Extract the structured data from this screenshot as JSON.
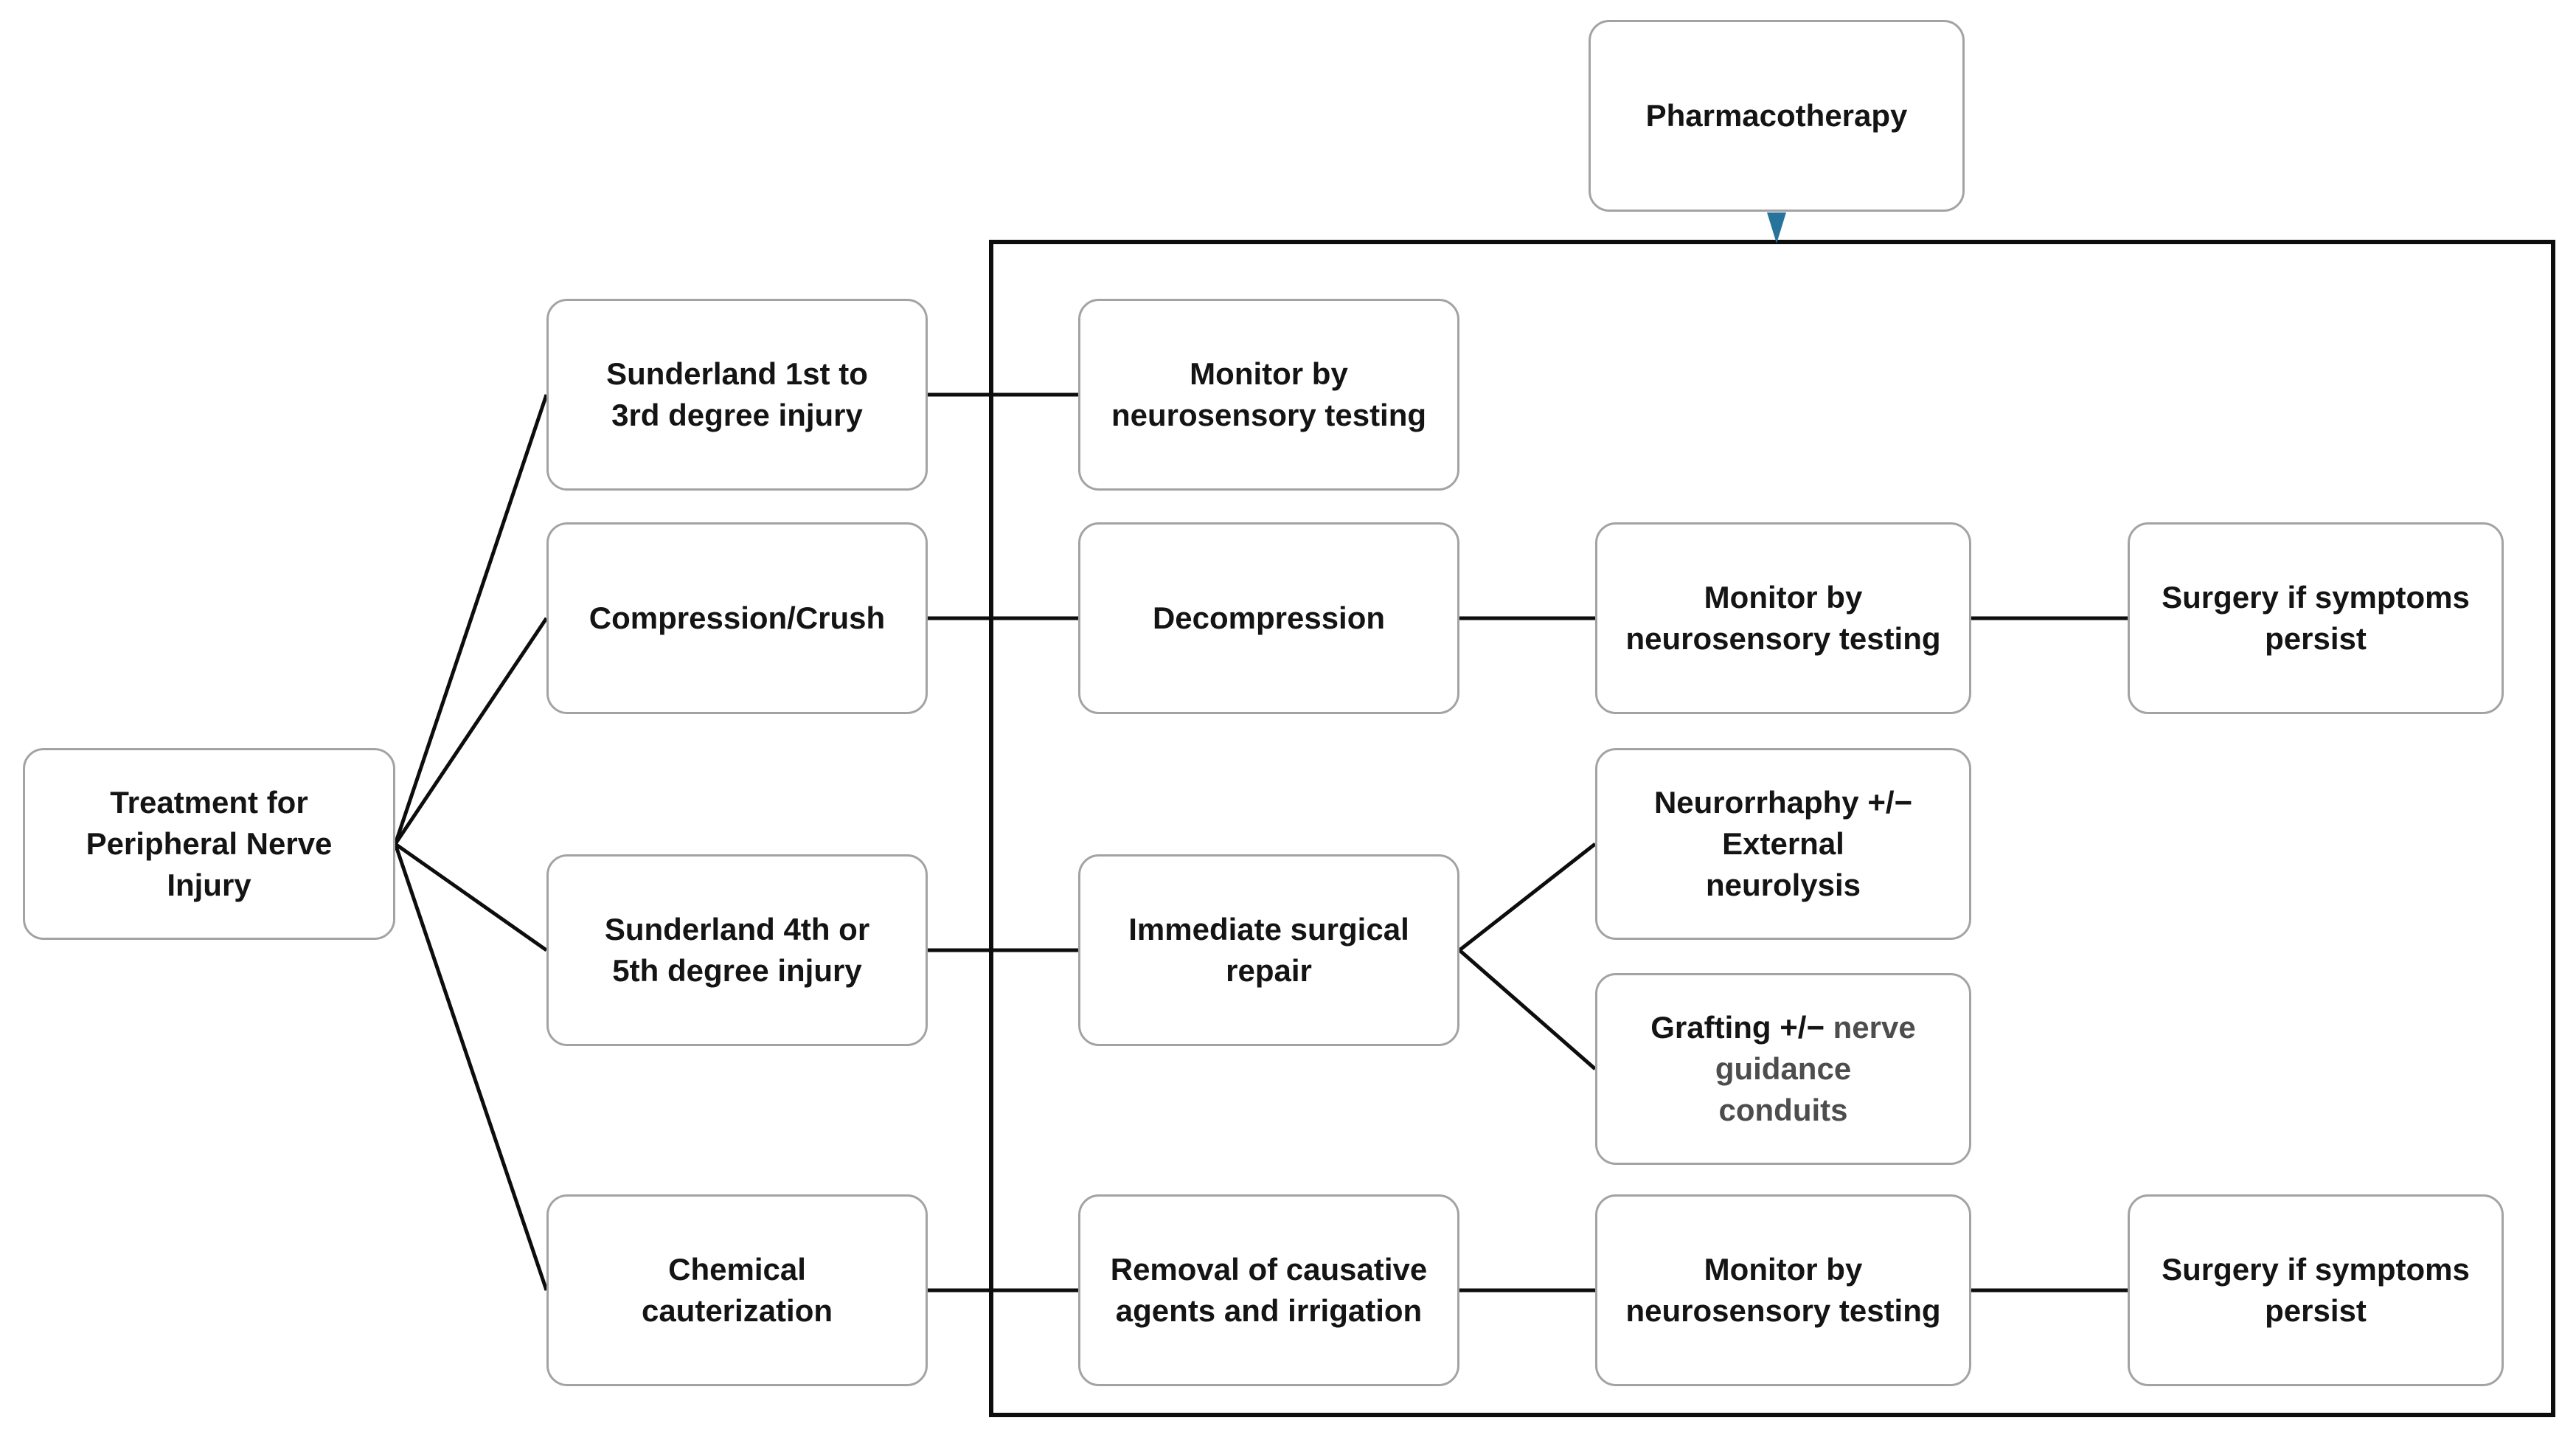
{
  "diagram_title": "Treatment for Peripheral Nerve Injury flowchart",
  "colors": {
    "box_border": "#a3a3a3",
    "frame_border": "#0d0d0d",
    "connector": "#0d0d0d",
    "text_primary": "#141414",
    "text_muted": "#4d4d4d",
    "arrow_accent": "#27739b",
    "background": "#ffffff"
  },
  "nodes": {
    "pharmacotherapy": "Pharmacotherapy",
    "root": "Treatment for\nPeripheral Nerve\nInjury",
    "sunderland_1_3": "Sunderland 1st to\n3rd degree injury",
    "monitor_row1": "Monitor by\nneurosensory testing",
    "compression_crush": "Compression/Crush",
    "decompression": "Decompression",
    "monitor_row2": "Monitor by\nneurosensory testing",
    "surgery_row2": "Surgery if symptoms\npersist",
    "sunderland_4_5": "Sunderland 4th or\n5th degree injury",
    "immediate_surgical_repair": "Immediate surgical\nrepair",
    "neurorrhaphy": "Neurorrhaphy +/−\nExternal\nneurolysis",
    "grafting_primary": "Grafting +/− ",
    "grafting_secondary": "nerve\nguidance\nconduits",
    "chemical_cauterization": "Chemical\ncauterization",
    "removal_causative": "Removal of causative\nagents and irrigation",
    "monitor_row4": "Monitor by\nneurosensory testing",
    "surgery_row4": "Surgery if symptoms\npersist"
  }
}
